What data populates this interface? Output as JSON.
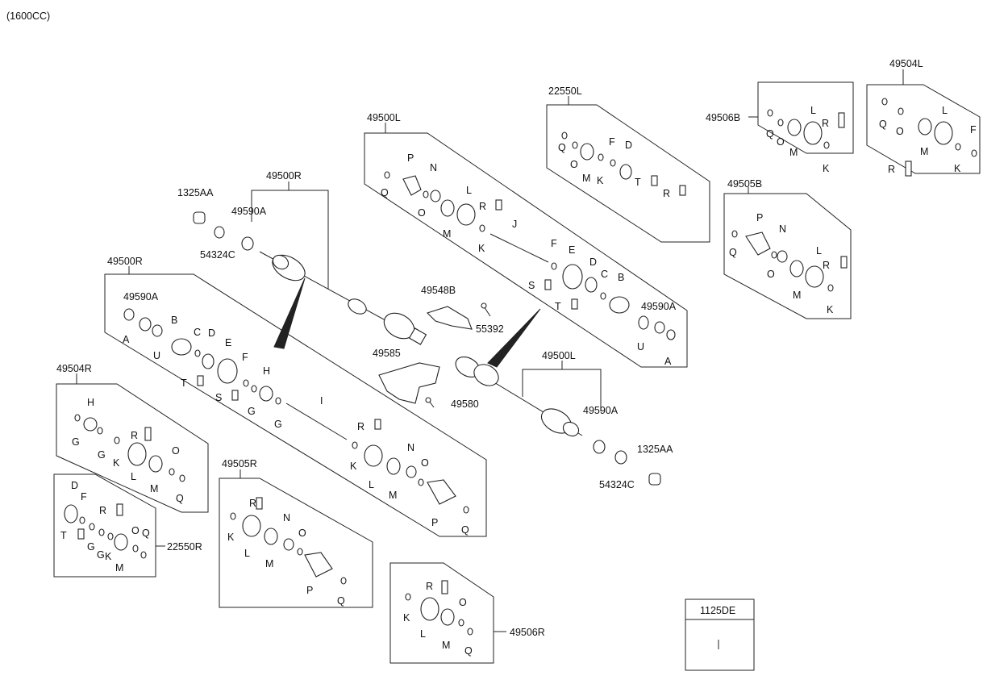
{
  "header": {
    "engine_note": "(1600CC)"
  },
  "callouts": [
    {
      "id": "c1",
      "text": "49500R"
    },
    {
      "id": "c2",
      "text": "1325AA"
    },
    {
      "id": "c3",
      "text": "49590A"
    },
    {
      "id": "c4",
      "text": "54324C"
    },
    {
      "id": "c5",
      "text": "49500L"
    },
    {
      "id": "c6",
      "text": "22550L"
    },
    {
      "id": "c7",
      "text": "49506B"
    },
    {
      "id": "c8",
      "text": "49504L"
    },
    {
      "id": "c9",
      "text": "49505B"
    },
    {
      "id": "c10",
      "text": "49500R"
    },
    {
      "id": "c11",
      "text": "49590A"
    },
    {
      "id": "c12",
      "text": "49548B"
    },
    {
      "id": "c13",
      "text": "55392"
    },
    {
      "id": "c14",
      "text": "49590A"
    },
    {
      "id": "c15",
      "text": "49585"
    },
    {
      "id": "c16",
      "text": "49580"
    },
    {
      "id": "c17",
      "text": "49500L"
    },
    {
      "id": "c18",
      "text": "49590A"
    },
    {
      "id": "c19",
      "text": "1325AA"
    },
    {
      "id": "c20",
      "text": "54324C"
    },
    {
      "id": "c21",
      "text": "49504R"
    },
    {
      "id": "c22",
      "text": "49505R"
    },
    {
      "id": "c23",
      "text": "22550R"
    },
    {
      "id": "c24",
      "text": "49506R"
    },
    {
      "id": "c25",
      "text": "1125DE"
    }
  ],
  "letters": [
    {
      "id": "l1",
      "t": "P"
    },
    {
      "id": "l2",
      "t": "Q"
    },
    {
      "id": "l3",
      "t": "N"
    },
    {
      "id": "l4",
      "t": "O"
    },
    {
      "id": "l5",
      "t": "L"
    },
    {
      "id": "l6",
      "t": "R"
    },
    {
      "id": "l7",
      "t": "M"
    },
    {
      "id": "l8",
      "t": "K"
    },
    {
      "id": "l9",
      "t": "J"
    },
    {
      "id": "l10",
      "t": "F"
    },
    {
      "id": "l11",
      "t": "E"
    },
    {
      "id": "l12",
      "t": "D"
    },
    {
      "id": "l13",
      "t": "C"
    },
    {
      "id": "l14",
      "t": "B"
    },
    {
      "id": "l15",
      "t": "S"
    },
    {
      "id": "l16",
      "t": "T"
    },
    {
      "id": "l17",
      "t": "U"
    },
    {
      "id": "l18",
      "t": "A"
    },
    {
      "id": "l19",
      "t": "Q"
    },
    {
      "id": "l20",
      "t": "O"
    },
    {
      "id": "l21",
      "t": "M"
    },
    {
      "id": "l22",
      "t": "K"
    },
    {
      "id": "l23",
      "t": "F"
    },
    {
      "id": "l24",
      "t": "D"
    },
    {
      "id": "l25",
      "t": "T"
    },
    {
      "id": "l26",
      "t": "R"
    },
    {
      "id": "l27",
      "t": "Q"
    },
    {
      "id": "l28",
      "t": "O"
    },
    {
      "id": "l29",
      "t": "M"
    },
    {
      "id": "l30",
      "t": "L"
    },
    {
      "id": "l31",
      "t": "R"
    },
    {
      "id": "l32",
      "t": "K"
    },
    {
      "id": "l33",
      "t": "Q"
    },
    {
      "id": "l34",
      "t": "O"
    },
    {
      "id": "l35",
      "t": "M"
    },
    {
      "id": "l36",
      "t": "L"
    },
    {
      "id": "l37",
      "t": "F"
    },
    {
      "id": "l38",
      "t": "K"
    },
    {
      "id": "l39",
      "t": "R"
    },
    {
      "id": "l40",
      "t": "P"
    },
    {
      "id": "l41",
      "t": "Q"
    },
    {
      "id": "l42",
      "t": "N"
    },
    {
      "id": "l43",
      "t": "O"
    },
    {
      "id": "l44",
      "t": "M"
    },
    {
      "id": "l45",
      "t": "L"
    },
    {
      "id": "l46",
      "t": "R"
    },
    {
      "id": "l47",
      "t": "K"
    },
    {
      "id": "l48",
      "t": "A"
    },
    {
      "id": "l49",
      "t": "B"
    },
    {
      "id": "l50",
      "t": "U"
    },
    {
      "id": "l51",
      "t": "C"
    },
    {
      "id": "l52",
      "t": "D"
    },
    {
      "id": "l53",
      "t": "E"
    },
    {
      "id": "l54",
      "t": "F"
    },
    {
      "id": "l55",
      "t": "T"
    },
    {
      "id": "l56",
      "t": "S"
    },
    {
      "id": "l57",
      "t": "G"
    },
    {
      "id": "l58",
      "t": "H"
    },
    {
      "id": "l59",
      "t": "G"
    },
    {
      "id": "l60",
      "t": "I"
    },
    {
      "id": "l61",
      "t": "R"
    },
    {
      "id": "l62",
      "t": "K"
    },
    {
      "id": "l63",
      "t": "L"
    },
    {
      "id": "l64",
      "t": "M"
    },
    {
      "id": "l65",
      "t": "N"
    },
    {
      "id": "l66",
      "t": "O"
    },
    {
      "id": "l67",
      "t": "P"
    },
    {
      "id": "l68",
      "t": "Q"
    },
    {
      "id": "l69",
      "t": "H"
    },
    {
      "id": "l70",
      "t": "G"
    },
    {
      "id": "l71",
      "t": "G"
    },
    {
      "id": "l72",
      "t": "R"
    },
    {
      "id": "l73",
      "t": "K"
    },
    {
      "id": "l74",
      "t": "L"
    },
    {
      "id": "l75",
      "t": "M"
    },
    {
      "id": "l76",
      "t": "O"
    },
    {
      "id": "l77",
      "t": "Q"
    },
    {
      "id": "l78",
      "t": "D"
    },
    {
      "id": "l79",
      "t": "F"
    },
    {
      "id": "l80",
      "t": "R"
    },
    {
      "id": "l81",
      "t": "T"
    },
    {
      "id": "l82",
      "t": "G"
    },
    {
      "id": "l83",
      "t": "G"
    },
    {
      "id": "l84",
      "t": "K"
    },
    {
      "id": "l85",
      "t": "M"
    },
    {
      "id": "l86",
      "t": "O"
    },
    {
      "id": "l87",
      "t": "Q"
    },
    {
      "id": "l88",
      "t": "R"
    },
    {
      "id": "l89",
      "t": "K"
    },
    {
      "id": "l90",
      "t": "L"
    },
    {
      "id": "l91",
      "t": "N"
    },
    {
      "id": "l92",
      "t": "O"
    },
    {
      "id": "l93",
      "t": "M"
    },
    {
      "id": "l94",
      "t": "P"
    },
    {
      "id": "l95",
      "t": "Q"
    },
    {
      "id": "l96",
      "t": "R"
    },
    {
      "id": "l97",
      "t": "K"
    },
    {
      "id": "l98",
      "t": "L"
    },
    {
      "id": "l99",
      "t": "O"
    },
    {
      "id": "l100",
      "t": "M"
    },
    {
      "id": "l101",
      "t": "Q"
    }
  ]
}
